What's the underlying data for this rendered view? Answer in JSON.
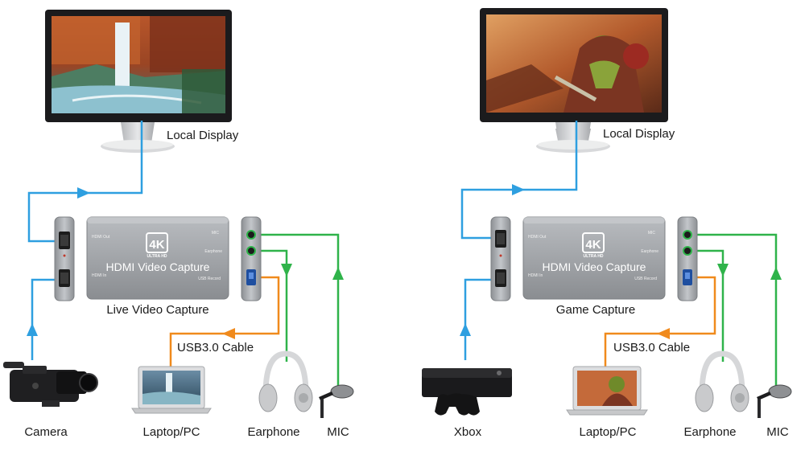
{
  "device": {
    "badge_top": "4K",
    "badge_sub": "ULTRA HD",
    "title": "HDMI Video Capture",
    "port_hdmi_out": "HDMI Out",
    "port_hdmi_in": "HDMI In",
    "port_mic": "MIC",
    "port_earphone": "Earphone",
    "port_usb": "USB Record"
  },
  "left": {
    "display_label": "Local Display",
    "capture_label": "Live Video Capture",
    "cable_label": "USB3.0 Cable",
    "source_label": "Camera",
    "laptop_label": "Laptop/PC",
    "earphone_label": "Earphone",
    "mic_label": "MIC"
  },
  "right": {
    "display_label": "Local Display",
    "capture_label": "Game Capture",
    "cable_label": "USB3.0 Cable",
    "source_label": "Xbox",
    "laptop_label": "Laptop/PC",
    "earphone_label": "Earphone",
    "mic_label": "MIC"
  },
  "colors": {
    "hdmi_line": "#2e9fe0",
    "audio_line": "#2fb34a",
    "usb_line": "#f08a1c",
    "device_body": "#9b9ea2"
  }
}
